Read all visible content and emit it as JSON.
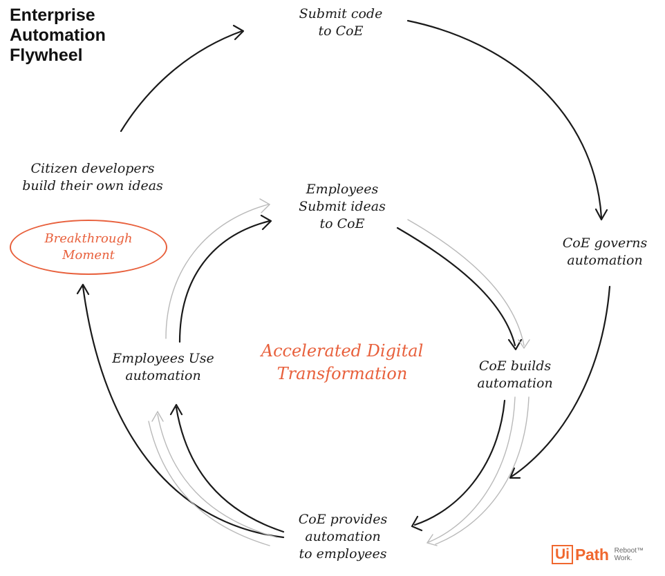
{
  "title": {
    "line1": "Enterprise",
    "line2": "Automation",
    "line3": "Flywheel"
  },
  "nodes": {
    "submit_code": {
      "line1": "Submit code",
      "line2": "to CoE"
    },
    "citizen": {
      "line1": "Citizen developers",
      "line2": "build their own ideas"
    },
    "breakthrough": {
      "line1": "Breakthrough",
      "line2": "Moment"
    },
    "employees_submit": {
      "line1": "Employees",
      "line2": "Submit ideas",
      "line3": "to CoE"
    },
    "coe_governs": {
      "line1": "CoE governs",
      "line2": "automation"
    },
    "employees_use": {
      "line1": "Employees Use",
      "line2": "automation"
    },
    "center": {
      "line1": "Accelerated Digital",
      "line2": "Transformation"
    },
    "coe_builds": {
      "line1": "CoE builds",
      "line2": "automation"
    },
    "coe_provides": {
      "line1": "CoE provides",
      "line2": "automation",
      "line3": "to employees"
    }
  },
  "logo": {
    "brand_box": "Ui",
    "brand_rest": "Path",
    "tag1": "Reboot™",
    "tag2": "Work."
  },
  "colors": {
    "accent": "#e8603c",
    "ink": "#1a1a1a",
    "brand": "#f0672e"
  }
}
